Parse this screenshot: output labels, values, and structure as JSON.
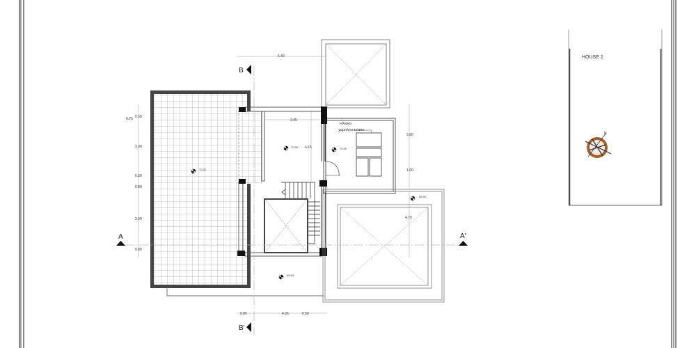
{
  "plan": {
    "house_label": "HOUSE 2",
    "north_label": "N",
    "room_label_line1": "Ηλιακα",
    "room_label_line2": "χαμηλου τυπου",
    "sections": {
      "a": "A",
      "a_prime": "A'",
      "b": "B",
      "b_prime": "B'"
    },
    "dimensions": {
      "top_width": "5.40",
      "room_width": "3.45",
      "room_depth": "4.15",
      "left_0_25": "0.25",
      "left_0_58_top": "0.58",
      "left_3_00_top": "3.00",
      "left_0_58_mid": "0.58",
      "left_0_80_mid": "0.80",
      "left_3_00_bottom": "3.00",
      "left_0_80_bottom": "0.80",
      "right_3_30": "3.30",
      "right_1_00": "1.00",
      "right_4_70": "4.70",
      "bottom_0_85": "0.85",
      "bottom_4_05": "4.05",
      "bottom_0_50": "0.50"
    },
    "levels": {
      "main_room": "70.55",
      "side_room": "70.55",
      "terrace": "70.52",
      "right_terrace": "68.65",
      "bottom_yard": "66.65"
    },
    "colors": {
      "line": "#222222",
      "grey": "#888888",
      "compass": "#8a5a2b"
    }
  }
}
